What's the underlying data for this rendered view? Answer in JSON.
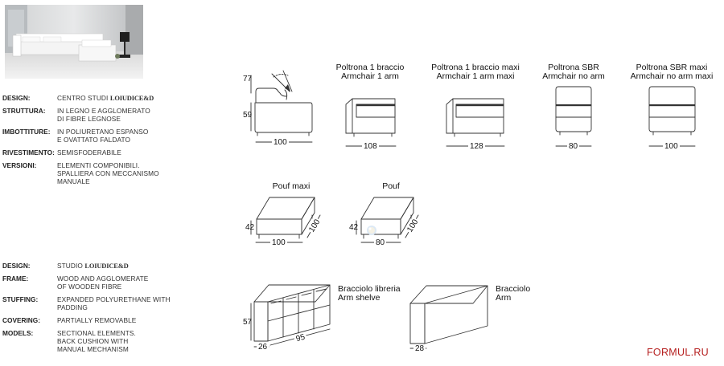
{
  "specs_it": [
    {
      "label": "DESIGN:",
      "value": [
        "CENTRO STUDI"
      ],
      "logo": "LOIUDICE&D"
    },
    {
      "label": "STRUTTURA:",
      "value": [
        "IN LEGNO E AGGLOMERATO",
        "DI FIBRE LEGNOSE"
      ]
    },
    {
      "label": "IMBOTTITURE:",
      "value": [
        "IN POLIURETANO ESPANSO",
        "E OVATTATO FALDATO"
      ]
    },
    {
      "label": "RIVESTIMENTO:",
      "value": [
        "SEMISFODERABILE"
      ]
    },
    {
      "label": "VERSIONI:",
      "value": [
        "ELEMENTI COMPONIBILI.",
        "SPALLIERA CON MECCANISMO",
        "MANUALE"
      ]
    }
  ],
  "specs_en": [
    {
      "label": "DESIGN:",
      "value": [
        "STUDIO"
      ],
      "logo": "LOIUDICE&D"
    },
    {
      "label": "FRAME:",
      "value": [
        "WOOD AND AGGLOMERATE",
        "OF WOODEN FIBRE"
      ]
    },
    {
      "label": "STUFFING:",
      "value": [
        "EXPANDED POLYURETHANE WITH PADDING"
      ]
    },
    {
      "label": "COVERING:",
      "value": [
        "PARTIALLY REMOVABLE"
      ]
    },
    {
      "label": "MODELS:",
      "value": [
        "SECTIONAL ELEMENTS.",
        "BACK CUSHION WITH",
        "MANUAL MECHANISM"
      ]
    }
  ],
  "products": {
    "armchair_1_arm": {
      "it": "Poltrona 1 braccio",
      "en": "Armchair 1 arm"
    },
    "armchair_1_arm_maxi": {
      "it": "Poltrona 1 braccio maxi",
      "en": "Armchair 1 arm maxi"
    },
    "armchair_no_arm": {
      "it": "Poltrona SBR",
      "en": "Armchair no arm"
    },
    "armchair_no_arm_maxi": {
      "it": "Poltrona SBR maxi",
      "en": "Armchair no arm maxi"
    },
    "pouf_maxi": {
      "it": "Pouf maxi"
    },
    "pouf": {
      "it": "Pouf"
    },
    "arm_shelve": {
      "it": "Bracciolo libreria",
      "en": "Arm shelve"
    },
    "arm": {
      "it": "Bracciolo",
      "en": "Arm"
    }
  },
  "dimensions": {
    "side_height_back": "77",
    "side_height_seat": "59",
    "side_depth": "100",
    "armchair_1_arm_width": "108",
    "armchair_1_arm_maxi_width": "128",
    "armchair_no_arm_width": "80",
    "armchair_no_arm_maxi_width": "100",
    "pouf_maxi_height": "42",
    "pouf_maxi_width": "100",
    "pouf_maxi_depth": "100",
    "pouf_height": "42",
    "pouf_width": "80",
    "pouf_depth": "100",
    "shelve_height": "57",
    "shelve_width": "26",
    "shelve_length": "95",
    "arm_width": "28"
  },
  "brand": "FORMUL.RU"
}
